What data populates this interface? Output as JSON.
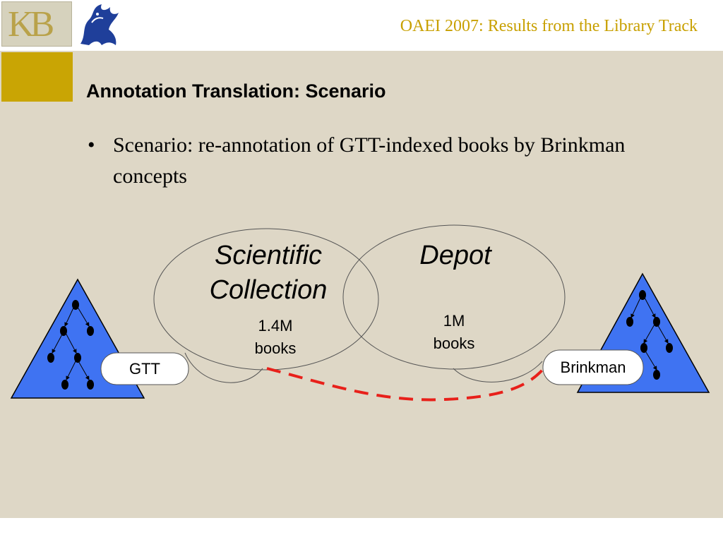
{
  "header": {
    "title": "OAEI 2007: Results from the Library Track",
    "logo_text": "KB",
    "logo_icon": "lion-logo-icon"
  },
  "slide": {
    "title": "Annotation Translation: Scenario",
    "bullet_symbol": "•",
    "bullet_text": "Scenario: re-annotation of GTT-indexed books by Brinkman concepts"
  },
  "diagram": {
    "scientific_label_1": "Scientific",
    "scientific_label_2": "Collection",
    "scientific_count_1": "1.4M",
    "scientific_count_2": "books",
    "depot_label": "Depot",
    "depot_count_1": "1M",
    "depot_count_2": "books",
    "left_thesaurus": "GTT",
    "right_thesaurus": "Brinkman"
  },
  "colors": {
    "accent": "#c9a504",
    "title_gold": "#c8a000",
    "background": "#ded7c6",
    "triangle_blue": "#3f73f2",
    "link_red": "#e8201a"
  }
}
